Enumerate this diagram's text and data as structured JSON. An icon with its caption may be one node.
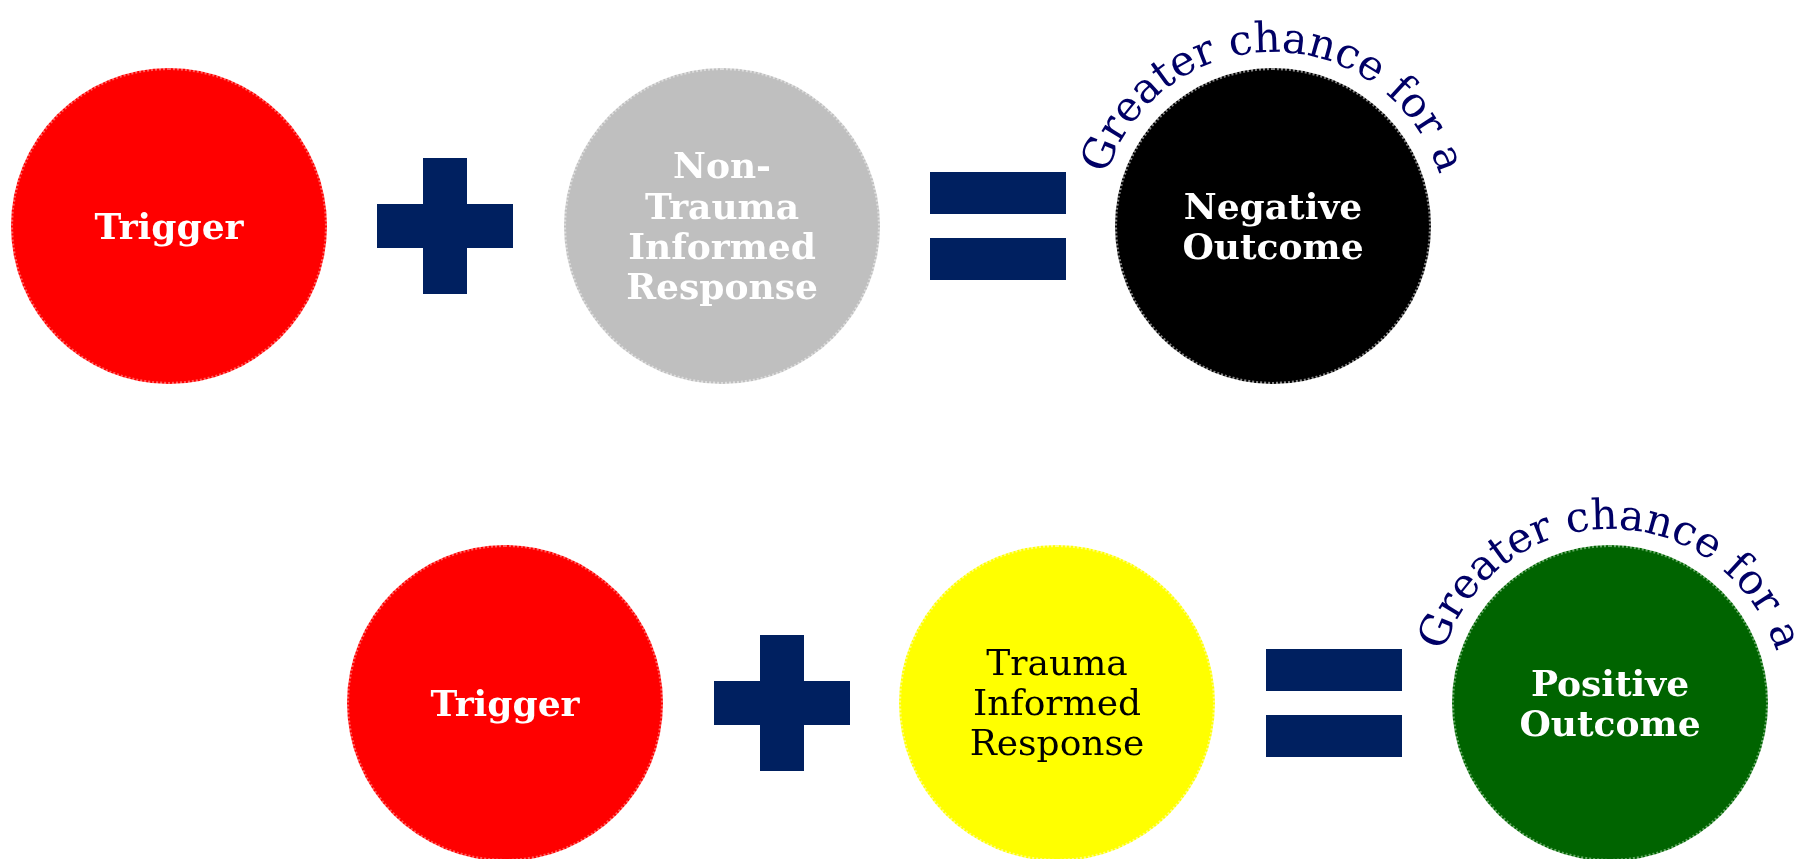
{
  "diagram": {
    "nodes": [
      {
        "text": [
          "Trigger"
        ]
      },
      {
        "text": [],
        "shape": "plus"
      },
      {
        "text": [
          "Non-Trauma Informed Response"
        ]
      },
      {
        "text": [],
        "shape": "equals"
      },
      {
        "text": [
          "Greater chance for a",
          "Negative Outcome"
        ]
      },
      {
        "text": [
          "Trigger"
        ]
      },
      {
        "text": [],
        "shape": "plus"
      },
      {
        "text": [
          "Trauma Informed Response"
        ]
      },
      {
        "text": [],
        "shape": "equals"
      },
      {
        "text": [
          "Greater chance for a",
          "Positive Outcome"
        ]
      }
    ]
  }
}
